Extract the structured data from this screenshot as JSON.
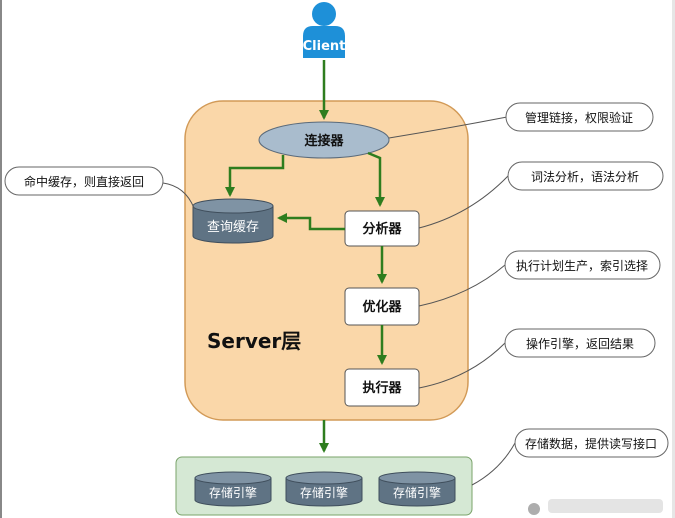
{
  "client": {
    "label": "Client"
  },
  "server": {
    "title": "Server层",
    "nodes": {
      "connector": "连接器",
      "query_cache": "查询缓存",
      "analyzer": "分析器",
      "optimizer": "优化器",
      "executor": "执行器"
    }
  },
  "storage": {
    "engines": [
      "存储引擎",
      "存储引擎",
      "存储引擎"
    ]
  },
  "callouts": {
    "connector": "管理链接，权限验证",
    "query_cache": "命中缓存，则直接返回",
    "analyzer": "词法分析，语法分析",
    "optimizer": "执行计划生产，索引选择",
    "executor": "操作引擎，返回结果",
    "storage": "存储数据，提供读写接口"
  },
  "colors": {
    "server_fill": "#fad7a9",
    "server_border": "#d29a57",
    "arrow": "#2e7d1e",
    "client_blue": "#1e90d8",
    "cache_fill": "#5f7384",
    "connector_fill": "#a9bccd",
    "storage_fill": "#d5e8d4",
    "storage_border": "#7aa36a",
    "callout_border": "#666666"
  },
  "icons": {
    "client": "person-icon",
    "cache": "database-cylinder-icon",
    "engine": "database-cylinder-icon"
  }
}
